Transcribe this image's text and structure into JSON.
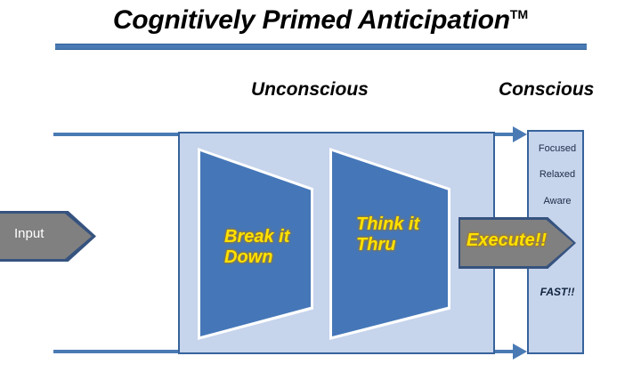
{
  "title": {
    "text": "Cognitively Primed Anticipation",
    "trademark": "TM"
  },
  "headings": {
    "unconscious": "Unconscious",
    "conscious": "Conscious"
  },
  "input": {
    "label": "Input"
  },
  "stages": [
    {
      "label": "Break it\nDown"
    },
    {
      "label": "Think it\nThru"
    }
  ],
  "execute": {
    "label": "Execute!!"
  },
  "conscious_panel": {
    "items": [
      "Focused",
      "Relaxed",
      "Aware"
    ],
    "footer": "FAST!!"
  },
  "colors": {
    "rule": "#4a7ab4",
    "panel_fill": "#c6d4ec",
    "panel_border": "#36639c",
    "stage_fill": "#4577b8",
    "stage_border": "#ffffff",
    "arrow_fill": "#808080",
    "arrow_border": "#36537f",
    "highlight_text": "#ffe200",
    "flow_arrow": "#4a7ab4"
  }
}
